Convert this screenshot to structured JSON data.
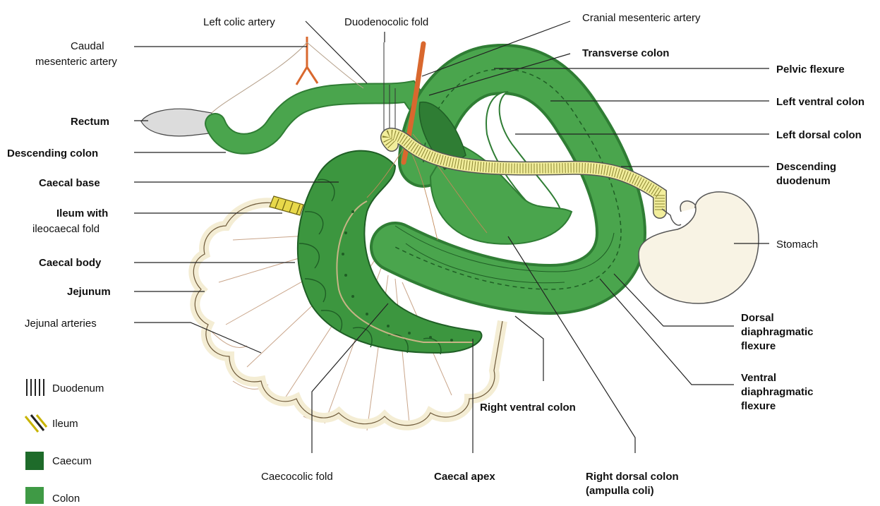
{
  "labels": {
    "left_colic_artery": "Left colic artery",
    "duodenocolic_fold": "Duodenocolic fold",
    "cranial_mesenteric_artery": "Cranial mesenteric artery",
    "caudal_mesenteric_artery_1": "Caudal",
    "caudal_mesenteric_artery_2": "mesenteric artery",
    "transverse_colon": "Transverse colon",
    "pelvic_flexure": "Pelvic flexure",
    "left_ventral_colon": "Left ventral colon",
    "left_dorsal_colon": "Left dorsal colon",
    "rectum": "Rectum",
    "descending_colon": "Descending colon",
    "descending_duodenum_1": "Descending",
    "descending_duodenum_2": "duodenum",
    "caecal_base": "Caecal base",
    "ileum_1": "Ileum with",
    "ileum_2": "ileocaecal fold",
    "stomach": "Stomach",
    "caecal_body": "Caecal body",
    "jejunum": "Jejunum",
    "jejunal_arteries": "Jejunal arteries",
    "dorsal_diaphragmatic_flexure_1": "Dorsal",
    "dorsal_diaphragmatic_flexure_2": "diaphragmatic",
    "dorsal_diaphragmatic_flexure_3": "flexure",
    "ventral_diaphragmatic_flexure_1": "Ventral",
    "ventral_diaphragmatic_flexure_2": "diaphragmatic",
    "ventral_diaphragmatic_flexure_3": "flexure",
    "right_ventral_colon": "Right ventral colon",
    "caecocolic_fold": "Caecocolic fold",
    "caecal_apex": "Caecal apex",
    "right_dorsal_colon_1": "Right dorsal colon",
    "right_dorsal_colon_2": "(ampulla coli)"
  },
  "legend": [
    {
      "label": "Duodenum",
      "pattern": "vertical-stripes",
      "color": "#222222"
    },
    {
      "label": "Ileum",
      "pattern": "diagonal-stripes",
      "color": "#c8b400"
    },
    {
      "label": "Caecum",
      "color": "#1e6b2a"
    },
    {
      "label": "Colon",
      "color": "#3f9a45"
    }
  ],
  "colors": {
    "colon": "#4aa54d",
    "colon_dark": "#2f7d34",
    "caecum": "#3c963f",
    "duodenum": "#f2ee9c",
    "ileum": "#e8d84a",
    "jejunum": "#f4edd4",
    "stomach": "#f8f3e4",
    "rectum": "#dcdcdc",
    "artery": "#d9682e"
  }
}
